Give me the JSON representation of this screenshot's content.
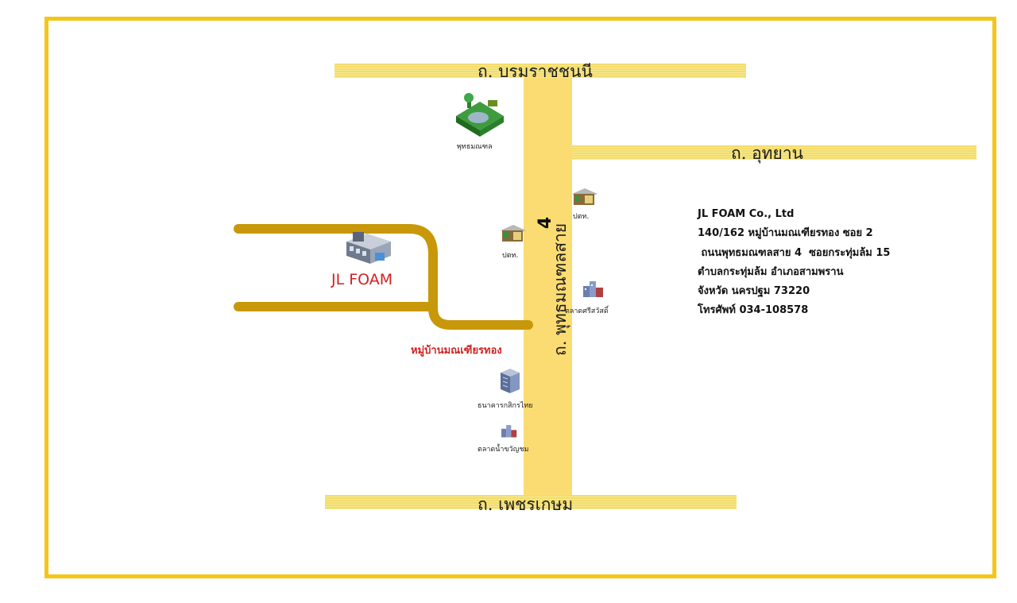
{
  "roads": {
    "top": "ถ. บรมราชชนนี",
    "right": "ถ. อุทยาน",
    "bottom": "ถ. เพชรเกษม",
    "vertical": "ถ. พุทธมณฑลสาย",
    "vertical_number": "4"
  },
  "landmarks": {
    "park": "พุทธมณฑล",
    "post_office_left": "ปตท.",
    "post_office_right": "ปตท.",
    "market_right": "ตลาดศรีสวัสดิ์",
    "bank": "ธนาคารกสิกรไทย",
    "market_bottom": "ตลาดน้ำขวัญชม"
  },
  "company": {
    "name": "JL FOAM",
    "village": "หมู่บ้านมณเฑียรทอง"
  },
  "address": {
    "line1": "JL FOAM Co., Ltd",
    "line2": "140/162 หมู่บ้านมณเฑียรทอง ซอย 2",
    "line3": " ถนนพุทธมณฑลสาย 4  ซอยกระทุ่มล้ม 15",
    "line4": "ตำบลกระทุ่มล้ม อำเภอสามพราน",
    "line5": "จังหวัด นครปฐม 73220",
    "line6": "โทรศัพท์ 034-108578"
  },
  "colors": {
    "frame": "#f5c518",
    "road": "#f2dc6e",
    "vertical_road": "#fbdc72",
    "local_road": "#c8980a",
    "accent_red": "#d22222"
  }
}
